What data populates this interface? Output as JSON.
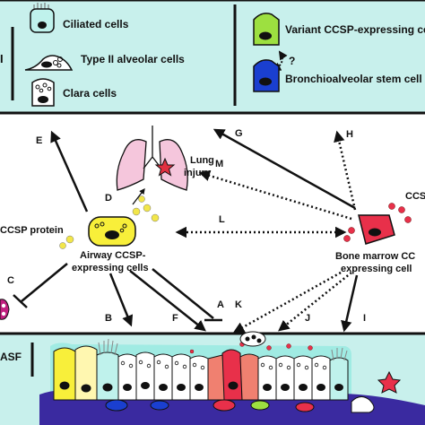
{
  "legend": {
    "ciliated": "Ciliated cells",
    "type2": "Type II alveolar cells",
    "clara": "Clara cells",
    "variant": "Variant CCSP-expressing ce",
    "basc": "Bronchioalveolar stem cell",
    "question": "?",
    "left_char": "I"
  },
  "diagram": {
    "lung_injury_line1": "Lung",
    "lung_injury_line2": "injury",
    "ccsp_protein": "CCSP protein",
    "airway_line1": "Airway CCSP-",
    "airway_line2": "expressing cells",
    "bm_line1": "Bone marrow CC",
    "bm_line2": "expressing cell",
    "ccs_right": "CCS",
    "asf": "ASF"
  },
  "arrow_letters": [
    "A",
    "B",
    "C",
    "D",
    "E",
    "F",
    "G",
    "H",
    "I",
    "J",
    "K",
    "L",
    "M"
  ],
  "colors": {
    "panel_bg": "#c8f0ec",
    "airway_cell": "#f8ef3a",
    "bm_cell": "#e8304a",
    "lung": "#f5c6dc",
    "variant_cell": "#9de040",
    "basc_cell": "#1a3fd0",
    "ciliated_cell": "#bff2ec",
    "ccsp_dot": "#f2e64a"
  }
}
